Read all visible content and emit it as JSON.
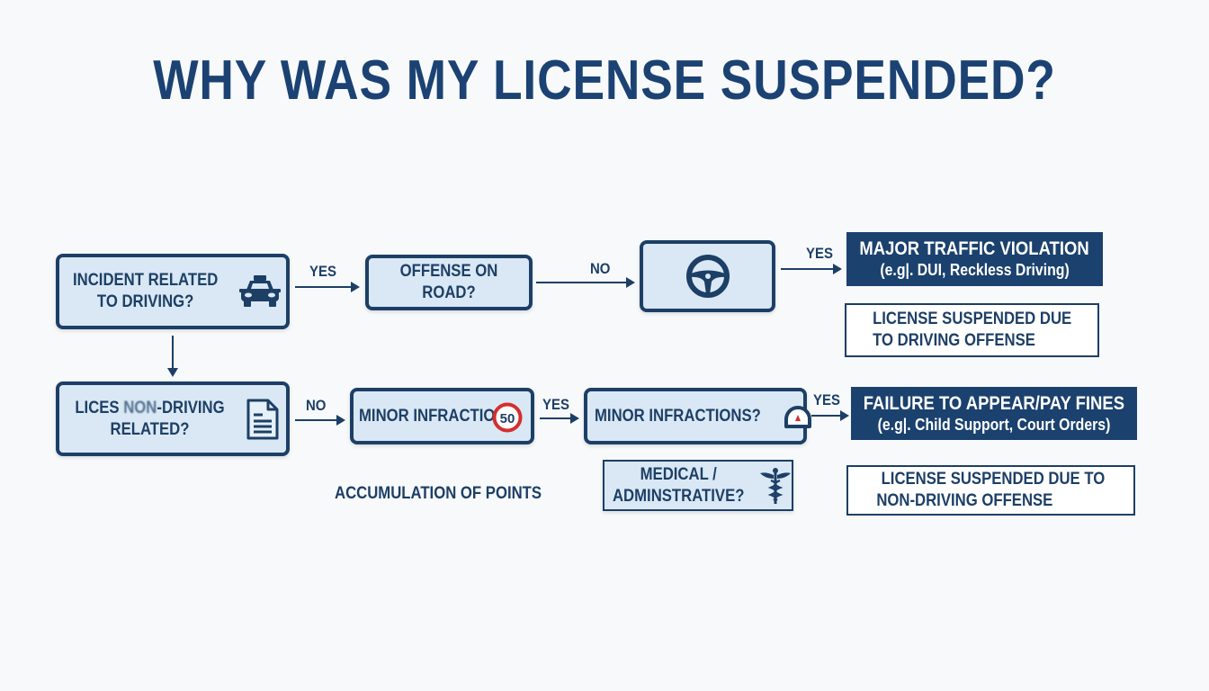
{
  "title": "WHY WAS MY LICENSE SUSPENDED?",
  "colors": {
    "primary": "#1d3f66",
    "box_fill": "#d9e8f4",
    "dark_fill": "#1b416e",
    "accent_red": "#d32f2f",
    "background": "#f7f9fb"
  },
  "nodes": {
    "incident": {
      "line1": "INCIDENT RELATED",
      "line2": "TO DRIVING?",
      "icon": "car-icon"
    },
    "offense_road": {
      "label": "OFFENSE ON ROAD?"
    },
    "steering": {
      "icon": "steering-wheel-icon"
    },
    "major_violation": {
      "line1": "MAJOR TRAFFIC VIOLATION",
      "line2": "(e.g|. DUI, Reckless Driving)"
    },
    "suspended_driving": {
      "line1": "LICENSE SUSPENDED DUE",
      "line2": "TO DRIVING OFFENSE"
    },
    "non_driving": {
      "line1_a": "LICES ",
      "line1_b": "NON",
      "line1_c": "-DRIVING",
      "line2": "RELATED?",
      "icon": "document-icon"
    },
    "minor_infraction": {
      "label": "MINOR INFRACTION",
      "sign_value": "50",
      "icon": "speed-limit-sign-icon"
    },
    "minor_infractions": {
      "label": "MINOR INFRACTIONS?",
      "icon": "speedometer-icon"
    },
    "medical": {
      "line1": "MEDICAL /",
      "line2": "ADMINSTRATIVE?",
      "icon": "caduceus-icon"
    },
    "failure_appear": {
      "line1": "FAILURE TO APPEAR/PAY FINES",
      "line2": "(e.g|. Child Support, Court Orders)"
    },
    "suspended_non_driving": {
      "line1": "LICENSE SUSPENDED DUE TO",
      "line2": "NON-DRIVING OFFENSE"
    },
    "accumulation": {
      "label": "ACCUMULATION OF POINTS"
    }
  },
  "edges": {
    "incident_to_offense": "YES",
    "offense_to_steering": "NO",
    "steering_to_major": "YES",
    "nondriving_to_minor": "NO",
    "minor_to_minors": "YES",
    "minors_to_failure": "YES"
  }
}
